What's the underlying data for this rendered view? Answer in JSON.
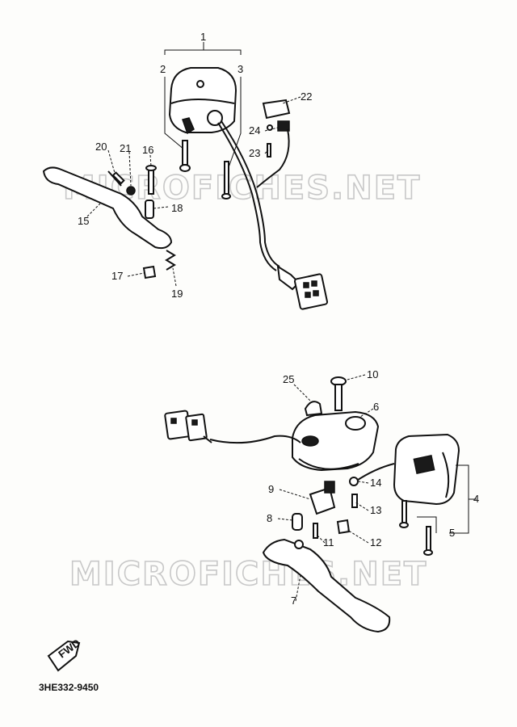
{
  "watermark": "MICROFICHES.NET",
  "drawing_code": "3HE332-9450",
  "fwd_tag": "FWD",
  "callouts": {
    "c1": "1",
    "c2": "2",
    "c3": "3",
    "c4": "4",
    "c5": "5",
    "c6": "6",
    "c7": "7",
    "c8": "8",
    "c9": "9",
    "c10": "10",
    "c11": "11",
    "c12": "12",
    "c13": "13",
    "c14": "14",
    "c15": "15",
    "c16": "16",
    "c17": "17",
    "c18": "18",
    "c19": "19",
    "c20": "20",
    "c21": "21",
    "c22": "22",
    "c23": "23",
    "c24": "24",
    "c25": "25"
  }
}
